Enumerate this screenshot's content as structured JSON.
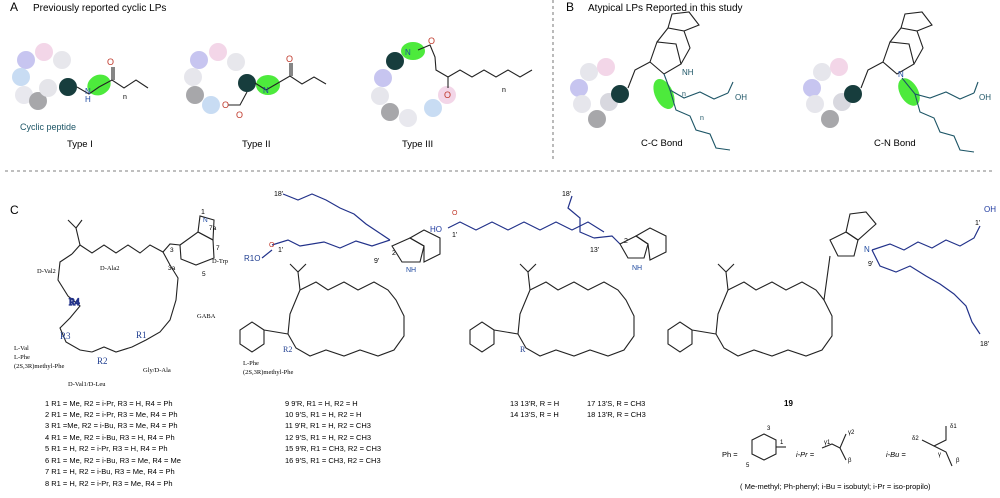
{
  "panel_a": {
    "letter": "A",
    "title": "Previously reported cyclic LPs",
    "cyclic_label": "Cyclic peptide",
    "types": [
      "Type I",
      "Type II",
      "Type III"
    ]
  },
  "panel_b": {
    "letter": "B",
    "title": "Atypical LPs Reported in this study",
    "bonds": [
      "C-C Bond",
      "C-N Bond"
    ]
  },
  "panel_c": {
    "letter": "C",
    "aa": {
      "dval2": "D-Val2",
      "dala2": "D-Ala2",
      "dtrp": "D-Trp",
      "gaba": "GABA",
      "lval": "L-Val",
      "lphe": "L-Phe",
      "methylphe": "(2S,3R)methyl-Phe",
      "dval1": "D-Val1/D-Leu",
      "glyala": "Gly/D-Ala"
    },
    "substituents": [
      "R4",
      "R3",
      "R2",
      "R1"
    ],
    "compounds_1_8": [
      "1 R1 = Me, R2 = i-Pr, R3 = H,  R4 = Ph",
      "2 R1 = Me, R2 = i-Pr, R3 = Me,  R4 = Ph",
      "3 R1 =Me, R2 = i-Bu, R3 = Me, R4 = Ph",
      "4 R1 = Me, R2 = i-Bu, R3 = H,  R4 = Ph",
      "5 R1 = H, R2 = i-Pr, R3 = H, R4 = Ph",
      "6 R1 = Me, R2 = i-Bu, R3 = Me,  R4 = Me",
      "7 R1 = H, R2 = i-Bu, R3 = Me,  R4 = Ph",
      "8 R1 = H, R2 = i-Pr, R3 = Me, R4 = Ph"
    ],
    "compounds_9_16": [
      "9 9'R, R1 = H, R2 = H",
      "10 9'S, R1 = H, R2 = H",
      "11 9'R, R1 = H, R2 = CH3",
      "12 9'S, R1 = H, R2 = CH3",
      "15 9'R, R1 = CH3, R2 = CH3",
      "16 9'S, R1 = CH3, R2 = CH3"
    ],
    "compounds_13_18": [
      "13 13'R, R = H",
      "14 13'S, R = H",
      "17 13'S, R = CH3",
      "18 13'R, R = CH3"
    ],
    "compound_19": "19",
    "legend": "( Me-methyl; Ph-phenyl; i-Bu = isobutyl; i-Pr = iso-propilo)",
    "ph": "Ph =",
    "ipr": "i-Pr =",
    "ibu": "i-Bu =",
    "misc": {
      "c18": "18'",
      "c1": "1'",
      "c9": "9'",
      "c13": "13'",
      "n2": "2",
      "r1o": "R1O",
      "ho": "HO",
      "oh": "OH",
      "r": "R",
      "r2": "R2",
      "lphe2": "L-Phe",
      "methylphe2": "(2S,3R)methyl-Phe"
    }
  }
}
